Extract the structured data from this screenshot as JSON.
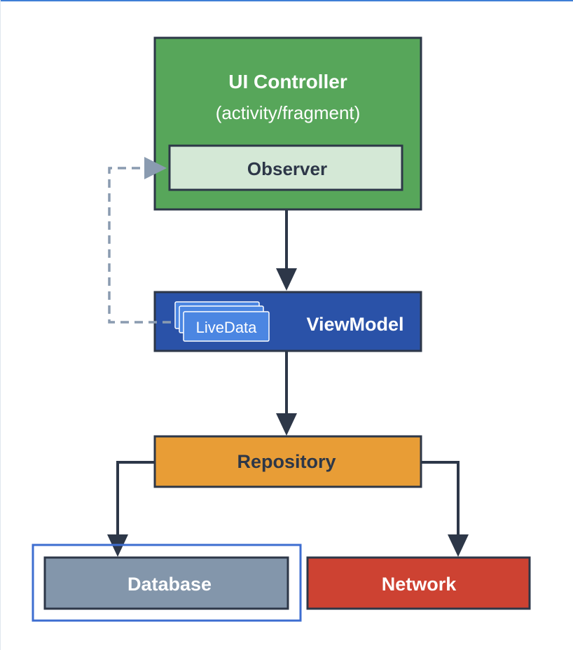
{
  "diagram": {
    "ui_controller": {
      "title": "UI Controller",
      "subtitle": "(activity/fragment)",
      "color": "#57a65a"
    },
    "observer": {
      "label": "Observer",
      "color": "#d4e8d6"
    },
    "viewmodel": {
      "label": "ViewModel",
      "color": "#2a52a8"
    },
    "livedata": {
      "label": "LiveData",
      "color": "#4b86e2"
    },
    "repository": {
      "label": "Repository",
      "color": "#e89d36"
    },
    "database": {
      "label": "Database",
      "color": "#8396ab",
      "selected": true,
      "selection_color": "#3d6dd0"
    },
    "network": {
      "label": "Network",
      "color": "#cd4232"
    },
    "connector_color": "#2d3748",
    "observe_connector_color": "#8a9bb0"
  }
}
